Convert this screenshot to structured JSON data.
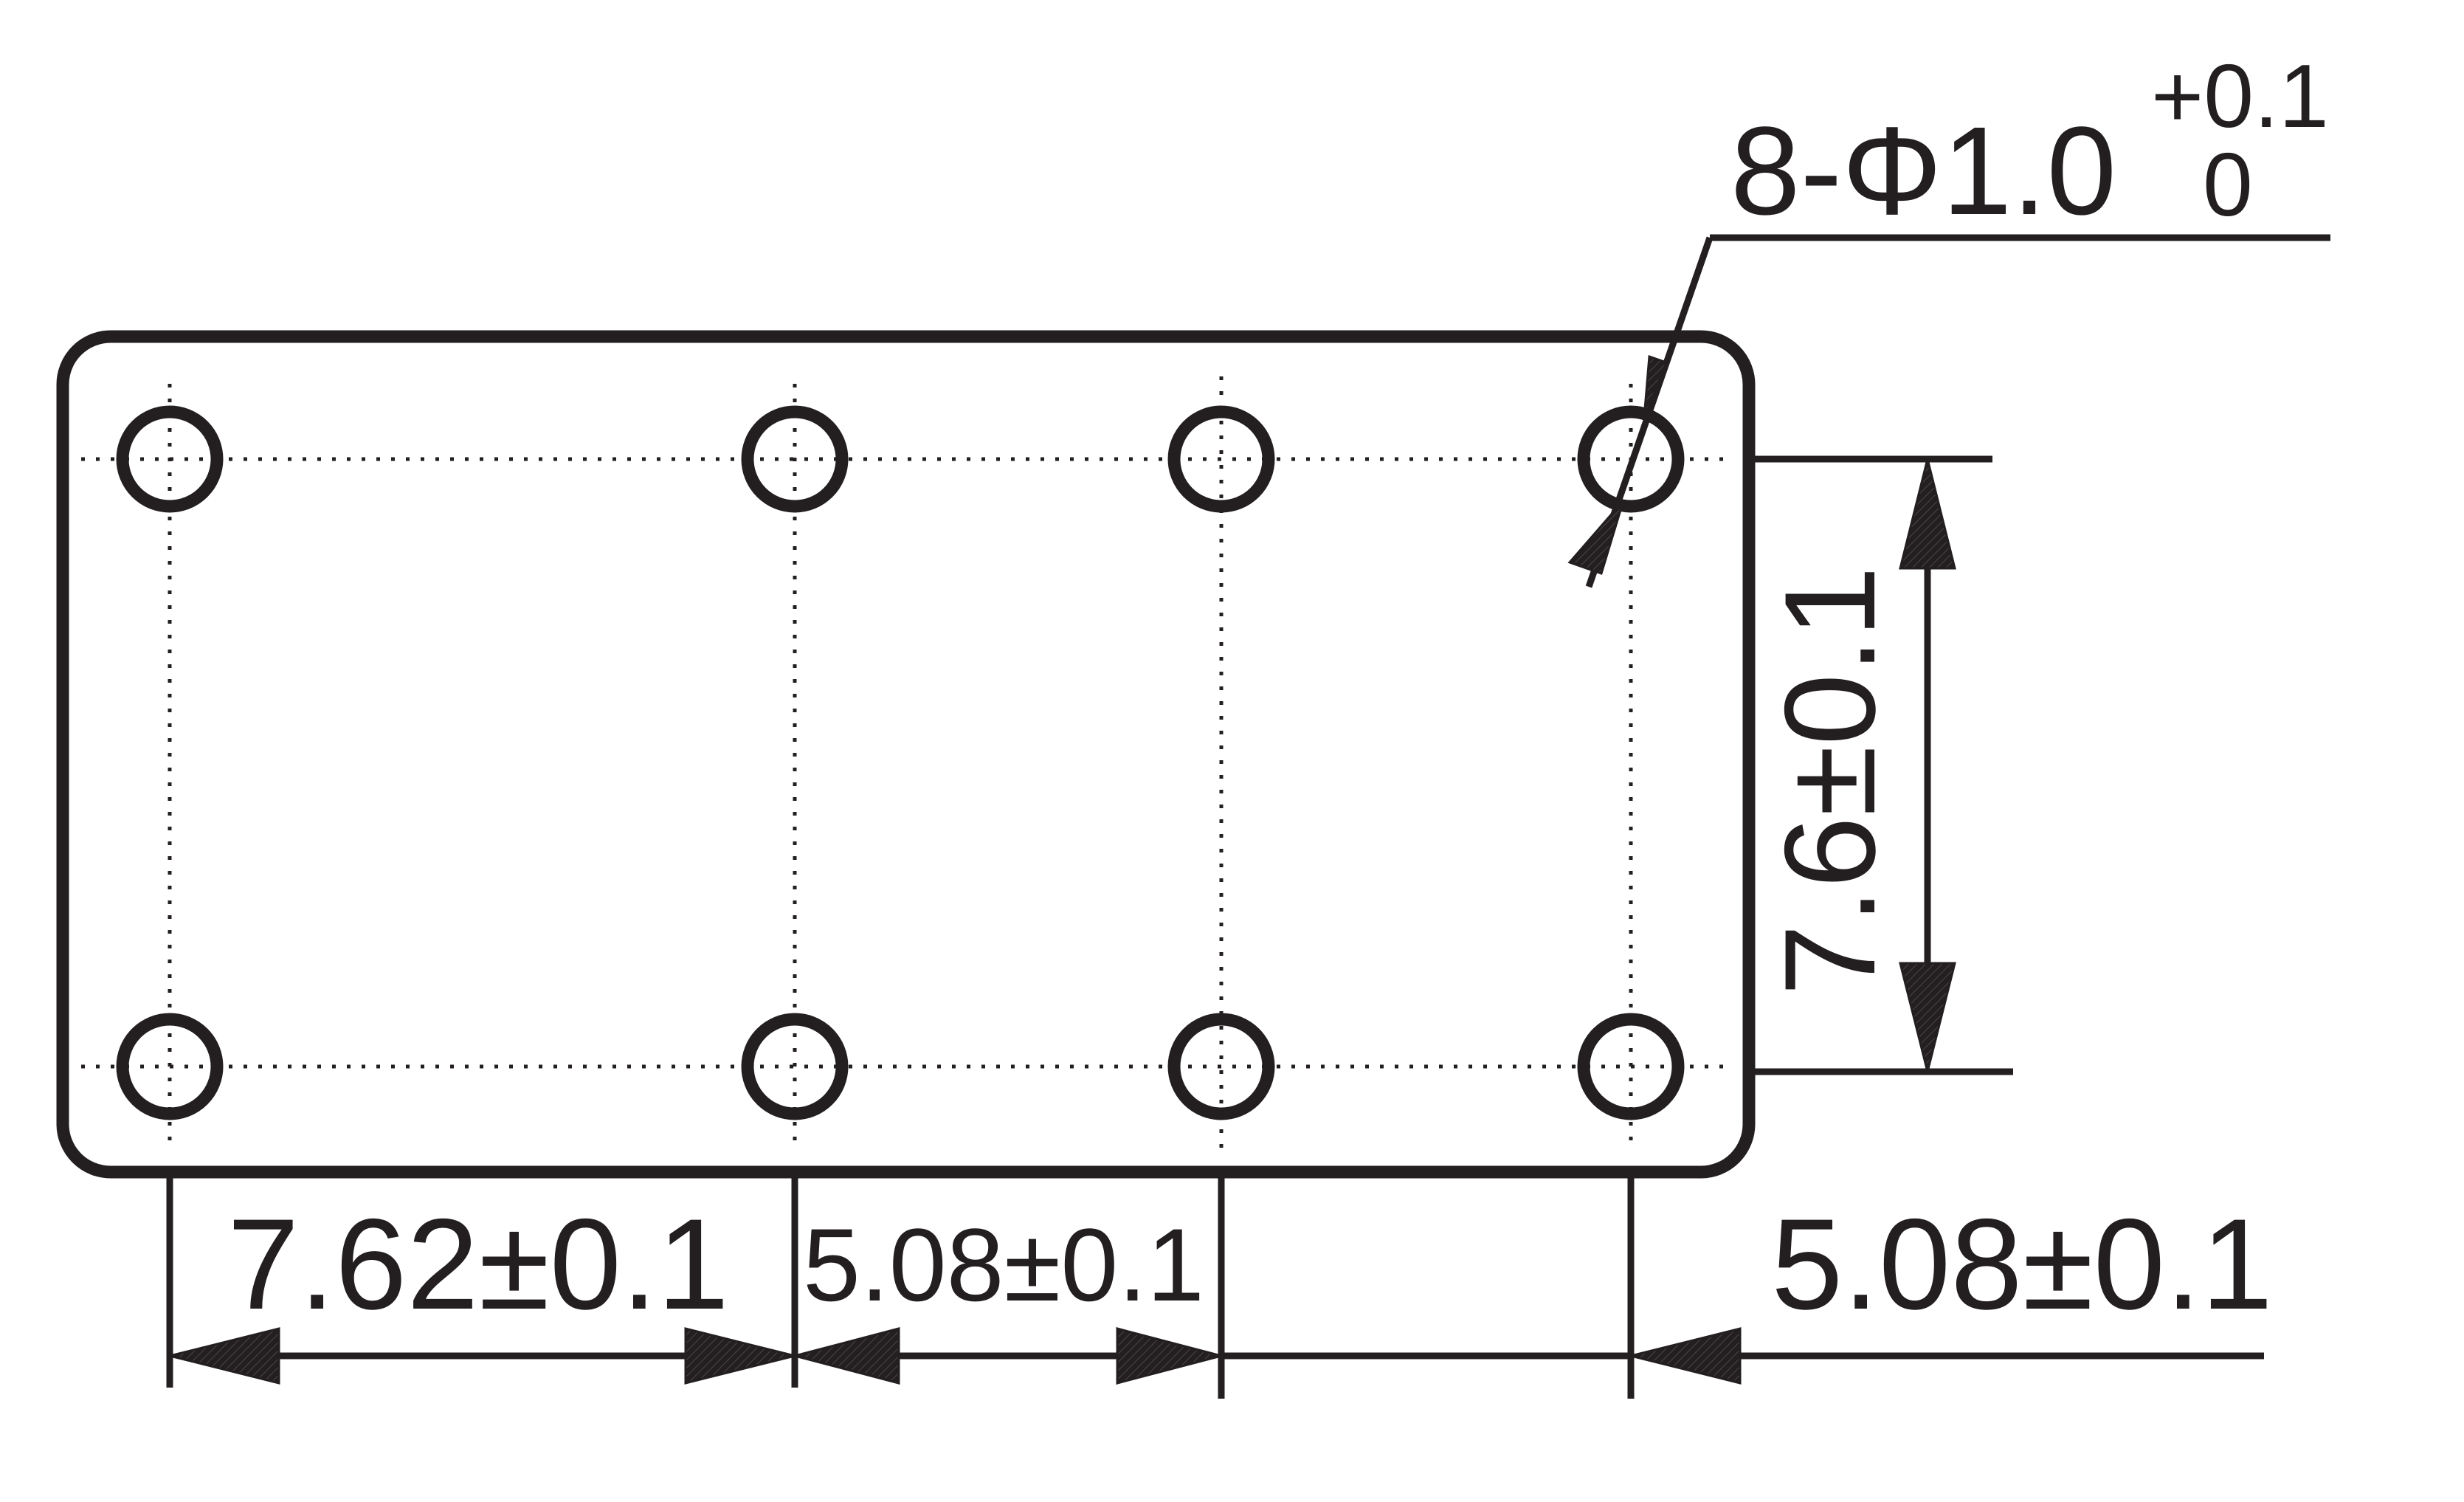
{
  "colors": {
    "ink": "#231f20",
    "background": "#ffffff"
  },
  "diagram": {
    "hole_callout": {
      "main": "8-Φ1.0",
      "tol_upper": "+0.1",
      "tol_lower": "0"
    },
    "dim_vertical": "7.6±0.1",
    "dim_bottom_1": "7.62±0.1",
    "dim_bottom_2": "5.08±0.1",
    "dim_bottom_3": "5.08±0.1"
  }
}
